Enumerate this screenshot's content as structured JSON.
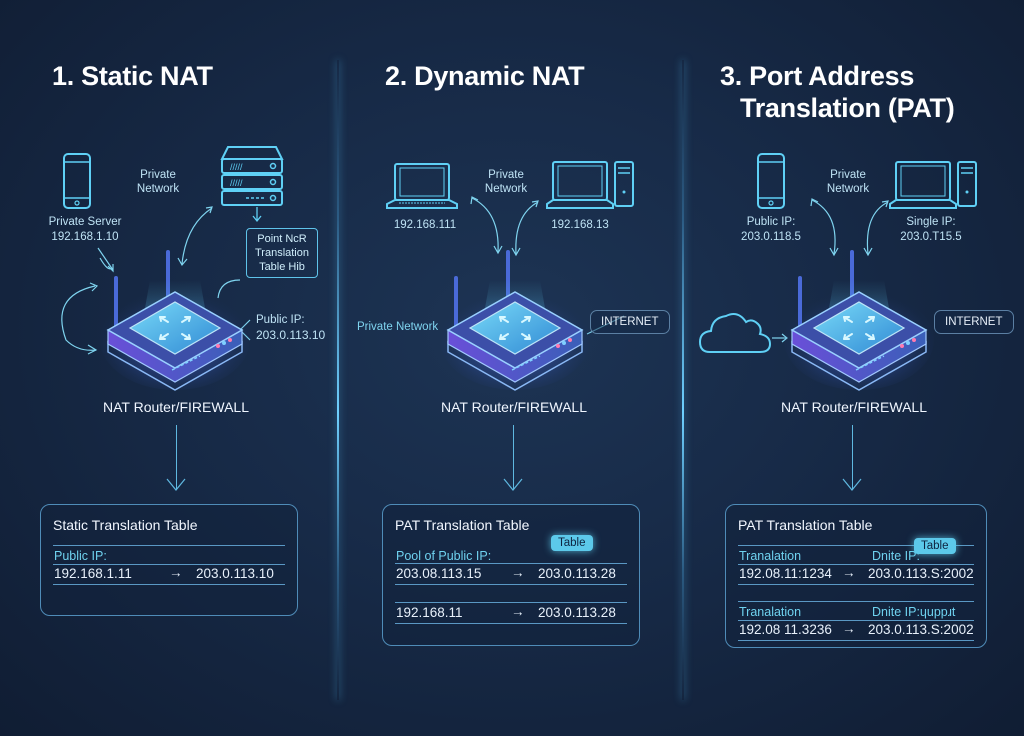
{
  "panels": [
    {
      "title_line1": "1. Static NAT",
      "title_line2": "",
      "device1_label": "Private Server",
      "device1_ip": "192.168.1.10",
      "network_label_line1": "Private",
      "network_label_line2": "Network",
      "info_box": [
        "Point NcR",
        "Translation",
        "Table Hib"
      ],
      "public_ip_label": "Public IP:",
      "public_ip_value": "203.0.113.10",
      "router_label": "NAT Router/FIREWALL",
      "table": {
        "title": "Static Translation Table",
        "header": "Public IP:",
        "rows": [
          {
            "from": "192.168.1.11",
            "arrow": "→",
            "to": "203.0.113.10"
          }
        ]
      }
    },
    {
      "title_line1": "2. Dynamic NAT",
      "title_line2": "",
      "device1_ip": "192.168.111",
      "device2_ip": "192.168.13",
      "network_label_line1": "Private",
      "network_label_line2": "Network",
      "side_label": "Private Network",
      "internet_label": "INTERNET",
      "router_label": "NAT Router/FIREWALL",
      "table": {
        "title": "PAT Translation Table",
        "badge": "Table",
        "header": "Pool of Public IP:",
        "rows": [
          {
            "from": "203.08.113.15",
            "arrow": "→",
            "to": "203.0.113.28"
          },
          {
            "from": "192.168.11",
            "arrow": "→",
            "to": "203.0.113.28"
          }
        ]
      }
    },
    {
      "title_line1": "3. Port Address",
      "title_line2": "Translation (PAT)",
      "device1_label": "Public IP:",
      "device1_ip": "203.0.118.5",
      "device2_label": "Single IP:",
      "device2_ip": "203.0.T15.5",
      "network_label_line1": "Private",
      "network_label_line2": "Network",
      "internet_label": "INTERNET",
      "router_label": "NAT Router/FIREWALL",
      "table": {
        "title": "PAT Translation Table",
        "badge": "Table",
        "groups": [
          {
            "header_left": "Tranalation",
            "header_right": "Dnite IP:",
            "from": "192.08.11:1234",
            "arrow": "→",
            "to": "203.0.113.S:2002"
          },
          {
            "header_left": "Tranalation",
            "header_right": "Dnite IP:ɥuppɹt",
            "from": "192.08 11.3236",
            "arrow": "→",
            "to": "203.0.113.S:2002"
          }
        ]
      }
    }
  ],
  "colors": {
    "background": "#172a47",
    "accent": "#5fc4ea",
    "text": "#e8f1fb",
    "badge": "#5cc9ea"
  }
}
